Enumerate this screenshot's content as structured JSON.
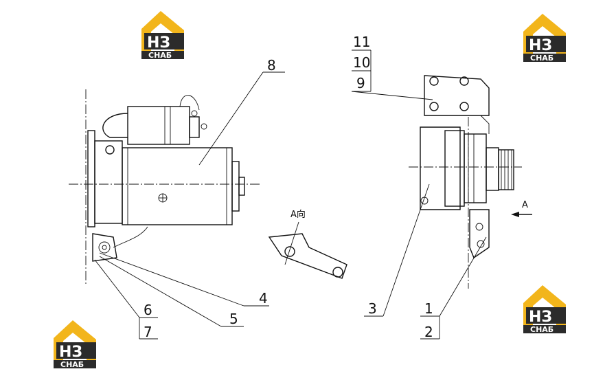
{
  "logos": [
    {
      "id": "logo-top-left",
      "mark": "НЗ",
      "caption": "СНАБ"
    },
    {
      "id": "logo-top-right",
      "mark": "НЗ",
      "caption": "СНАБ"
    },
    {
      "id": "logo-bottom-right",
      "mark": "НЗ",
      "caption": "СНАБ"
    },
    {
      "id": "logo-bottom-left",
      "mark": "НЗ",
      "caption": "СНАБ"
    }
  ],
  "callouts": {
    "c1": "1",
    "c2": "2",
    "c3": "3",
    "c4": "4",
    "c5": "5",
    "c6": "6",
    "c7": "7",
    "c8": "8",
    "c9": "9",
    "c10": "10",
    "c11": "11"
  },
  "view_labels": {
    "a_view": "A向",
    "a_arrow": "A"
  },
  "colors": {
    "logo_yellow": "#F2B51B",
    "logo_dark": "#2B2B2B",
    "line": "#111111"
  }
}
